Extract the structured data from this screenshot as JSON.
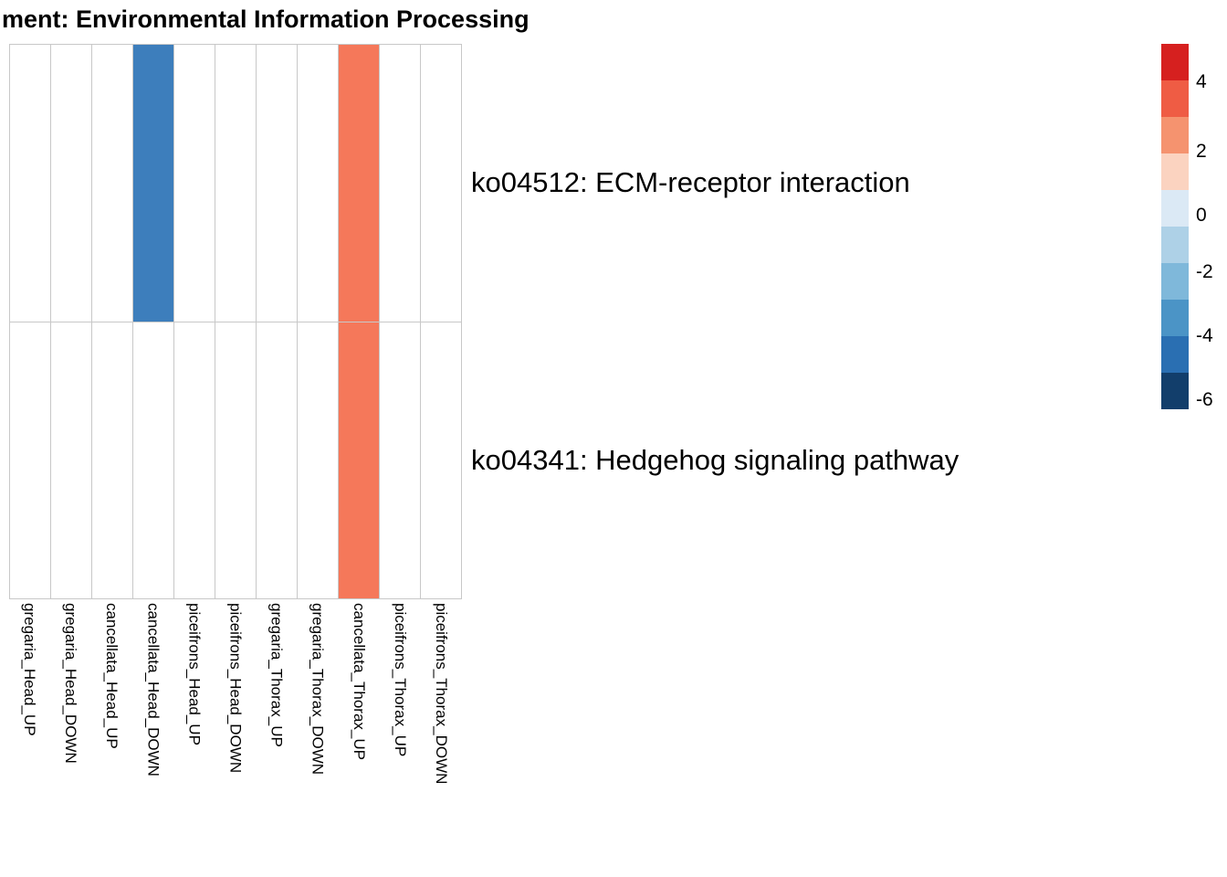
{
  "chart_data": {
    "type": "heatmap",
    "title": "ment: Environmental Information Processing",
    "categories": [
      "gregaria_Head_UP",
      "gregaria_Head_DOWN",
      "cancellata_Head_UP",
      "cancellata_Head_DOWN",
      "piceifrons_Head_UP",
      "piceifrons_Head_DOWN",
      "gregaria_Thorax_UP",
      "gregaria_Thorax_DOWN",
      "cancellata_Thorax_UP",
      "piceifrons_Thorax_UP",
      "piceifrons_Thorax_DOWN"
    ],
    "rows": [
      "ko04512: ECM-receptor interaction",
      "ko04341: Hedgehog signaling pathway"
    ],
    "cells": [
      {
        "row": 0,
        "col": 3,
        "value": -4,
        "color": "#3d7ebc"
      },
      {
        "row": 0,
        "col": 8,
        "value": 2.5,
        "color": "#f5785a"
      },
      {
        "row": 1,
        "col": 8,
        "value": 2.5,
        "color": "#f5785a"
      }
    ],
    "empty_color": "#ffffff",
    "grid_line_color": "#c8c8c8",
    "colorbar": {
      "colors": [
        "#d6201f",
        "#ef5c44",
        "#f5936f",
        "#fbd3c0",
        "#dbe9f5",
        "#aed1e7",
        "#7fb8da",
        "#4b94c6",
        "#2a6fb2",
        "#123e6b"
      ],
      "ticks": [
        {
          "label": "4",
          "pos": 0.105
        },
        {
          "label": "2",
          "pos": 0.295
        },
        {
          "label": "0",
          "pos": 0.47
        },
        {
          "label": "-2",
          "pos": 0.625
        },
        {
          "label": "-4",
          "pos": 0.8
        },
        {
          "label": "-6",
          "pos": 0.975
        }
      ]
    }
  }
}
